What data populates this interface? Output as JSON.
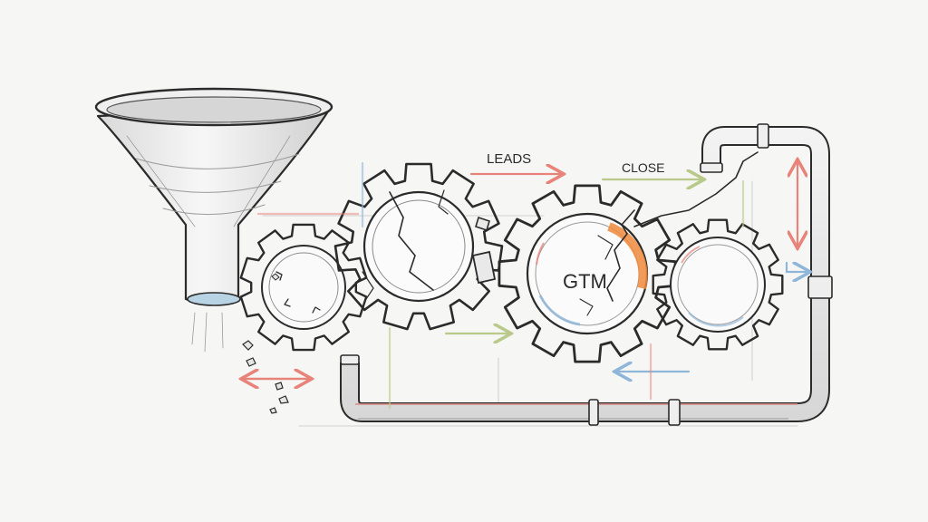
{
  "labels": {
    "leads": "LEADS",
    "close": "CLOSE",
    "gtm": "GTM"
  },
  "colors": {
    "background": "#f6f6f4",
    "ink": "#2b2b2b",
    "arrow_red": "#e8837a",
    "arrow_green": "#b9c98a",
    "accent_orange": "#f08a3c",
    "accent_blue": "#8fb6d8",
    "funnel_blue": "#b8d3e3",
    "pipe_red": "#d9908a"
  },
  "elements": [
    {
      "name": "funnel",
      "icon": "funnel-icon"
    },
    {
      "name": "cracked-gear-1",
      "icon": "gear-icon",
      "cracked": true
    },
    {
      "name": "cracked-gear-2",
      "icon": "gear-icon",
      "cracked": true
    },
    {
      "name": "gtm-gear",
      "icon": "gear-icon",
      "cracked": true
    },
    {
      "name": "gear-right",
      "icon": "gear-icon",
      "cracked": false
    },
    {
      "name": "return-pipe",
      "icon": "pipe-icon"
    }
  ]
}
